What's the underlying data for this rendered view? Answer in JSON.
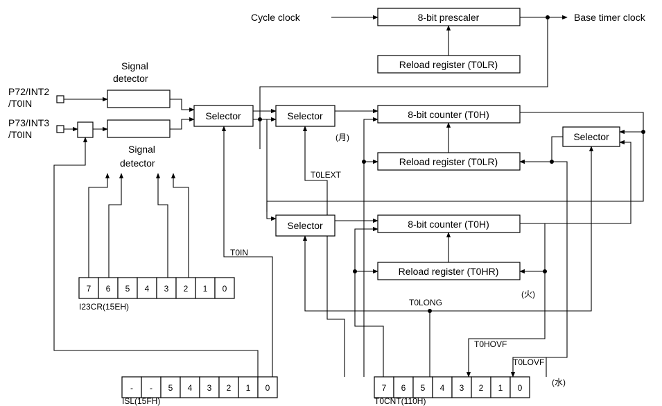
{
  "labels": {
    "cycle_clock": "Cycle clock",
    "base_timer_clock": "Base timer clock",
    "pin_p72_line1": "P72/INT2",
    "pin_p72_line2": "/T0IN",
    "pin_p73_line1": "P73/INT3",
    "pin_p73_line2": "/T0IN",
    "signal_detector_top_1": "Signal",
    "signal_detector_top_2": "detector",
    "signal_detector_bot_1": "Signal",
    "signal_detector_bot_2": "detector",
    "t0in": "T0IN",
    "t0lext": "T0LEXT",
    "t0long": "T0LONG",
    "t0hovf": "T0HOVF",
    "t0lovf": "T0LOVF",
    "note_mon": "(月)",
    "note_tue": "(火)",
    "note_wed": "(水)"
  },
  "blocks": {
    "prescaler": "8-bit prescaler",
    "reload_t0lr_top": "Reload register (T0LR)",
    "selector_main": "Selector",
    "selector_upper": "Selector",
    "counter_t0h_upper": "8-bit counter (T0H)",
    "reload_t0lr_mid": "Reload register (T0LR)",
    "selector_right": "Selector",
    "selector_lower": "Selector",
    "counter_t0h_lower": "8-bit counter (T0H)",
    "reload_t0hr": "Reload register (T0HR)"
  },
  "registers": {
    "i23cr": {
      "name": "I23CR(15EH)",
      "bits": [
        "7",
        "6",
        "5",
        "4",
        "3",
        "2",
        "1",
        "0"
      ]
    },
    "isl": {
      "name": "ISL(15FH)",
      "bits": [
        "-",
        "-",
        "5",
        "4",
        "3",
        "2",
        "1",
        "0"
      ]
    },
    "t0cnt": {
      "name": "T0CNT(110H)",
      "bits": [
        "7",
        "6",
        "5",
        "4",
        "3",
        "2",
        "1",
        "0"
      ]
    }
  }
}
